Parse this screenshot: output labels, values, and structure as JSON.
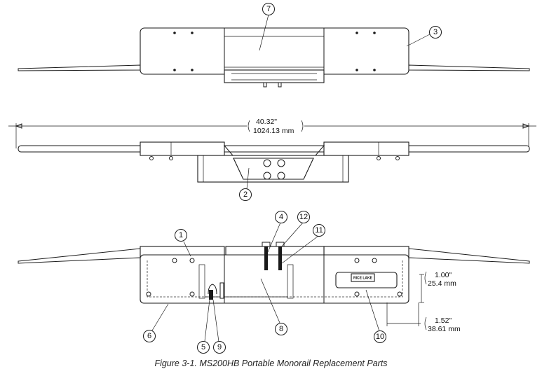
{
  "figure": {
    "caption": "Figure 3-1. MS200HB Portable Monorail Replacement Parts",
    "dimensions": {
      "overall_in": "40.32\"",
      "overall_mm": "1024.13 mm",
      "height_in": "1.00\"",
      "height_mm": "25.4 mm",
      "offset_in": "1.52\"",
      "offset_mm": "38.61 mm"
    },
    "logo_text": "RICE LAKE",
    "callouts": [
      "1",
      "2",
      "3",
      "4",
      "5",
      "6",
      "7",
      "8",
      "9",
      "10",
      "11",
      "12"
    ]
  }
}
